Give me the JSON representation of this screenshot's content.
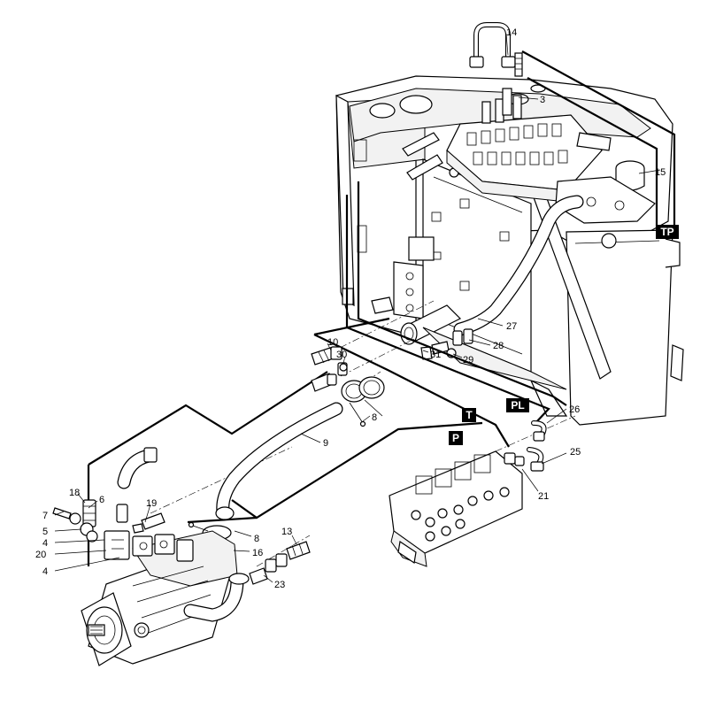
{
  "callouts": [
    "14",
    "3",
    "15",
    "27",
    "28",
    "29",
    "31",
    "10",
    "30",
    "8",
    "9",
    "26",
    "25",
    "21",
    "18",
    "6",
    "19",
    "7",
    "5",
    "4",
    "20",
    "4",
    "8",
    "16",
    "13",
    "23"
  ],
  "tags": [
    "TP",
    "PL",
    "T",
    "P"
  ]
}
